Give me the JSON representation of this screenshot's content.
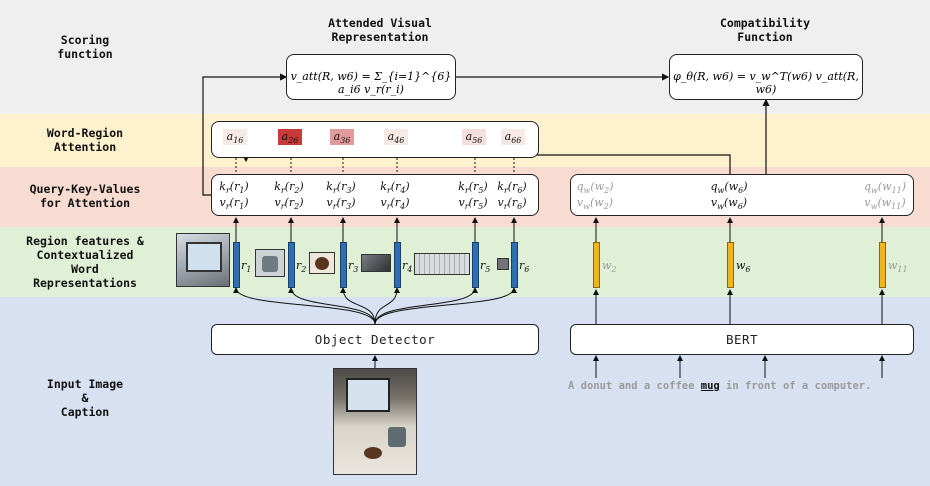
{
  "row_labels": {
    "scoring": [
      "Scoring",
      "function"
    ],
    "attention": [
      "Word-Region",
      "Attention"
    ],
    "qkv": [
      "Query-Key-Values",
      "for Attention"
    ],
    "features": [
      "Region features &",
      "Contextualized",
      "Word",
      "Representations"
    ],
    "input": [
      "Input Image",
      "&",
      "Caption"
    ]
  },
  "titles": {
    "attended": [
      "Attended Visual",
      "Representation"
    ],
    "compat": [
      "Compatibility",
      "Function"
    ]
  },
  "formulas": {
    "attended": "v_att(R, w6) = Σ_{i=1}^{6} a_i6 v_r(r_i)",
    "compat": "φ_θ(R, w6) = v_w^T(w6) v_att(R, w6)"
  },
  "attention": {
    "cells": [
      {
        "name": "a16",
        "label": "a",
        "sub": "16",
        "color": "#f7e9e6"
      },
      {
        "name": "a26",
        "label": "a",
        "sub": "26",
        "color": "#c8393a"
      },
      {
        "name": "a36",
        "label": "a",
        "sub": "36",
        "color": "#e39a9a"
      },
      {
        "name": "a46",
        "label": "a",
        "sub": "46",
        "color": "#f7e9e6"
      },
      {
        "name": "a56",
        "label": "a",
        "sub": "56",
        "color": "#f5dede"
      },
      {
        "name": "a66",
        "label": "a",
        "sub": "66",
        "color": "#f7e9e6"
      }
    ]
  },
  "regions": [
    {
      "k": "k",
      "v": "v",
      "sub": "r",
      "arg": "r",
      "idx": "1"
    },
    {
      "k": "k",
      "v": "v",
      "sub": "r",
      "arg": "r",
      "idx": "2"
    },
    {
      "k": "k",
      "v": "v",
      "sub": "r",
      "arg": "r",
      "idx": "3"
    },
    {
      "k": "k",
      "v": "v",
      "sub": "r",
      "arg": "r",
      "idx": "4"
    },
    {
      "k": "k",
      "v": "v",
      "sub": "r",
      "arg": "r",
      "idx": "5"
    },
    {
      "k": "k",
      "v": "v",
      "sub": "r",
      "arg": "r",
      "idx": "6"
    }
  ],
  "words": [
    {
      "q": "q",
      "v": "v",
      "sub": "w",
      "arg": "w",
      "idx": "2",
      "faded": true
    },
    {
      "q": "q",
      "v": "v",
      "sub": "w",
      "arg": "w",
      "idx": "6",
      "faded": false
    },
    {
      "q": "q",
      "v": "v",
      "sub": "w",
      "arg": "w",
      "idx": "11",
      "faded": true
    }
  ],
  "modules": {
    "detector": "Object Detector",
    "bert": "BERT"
  },
  "caption": {
    "before": "A donut and a coffee ",
    "highlight": "mug",
    "after": " in front of a computer."
  },
  "colors": {
    "scoring_band": "#efefef",
    "attention_band": "#fdf2cd",
    "qkv_band": "#f8dcd1",
    "features_band": "#dff0d6",
    "input_band": "#d7e1f1",
    "region_feature": "#2f6db4",
    "word_feature": "#f0b51c"
  }
}
